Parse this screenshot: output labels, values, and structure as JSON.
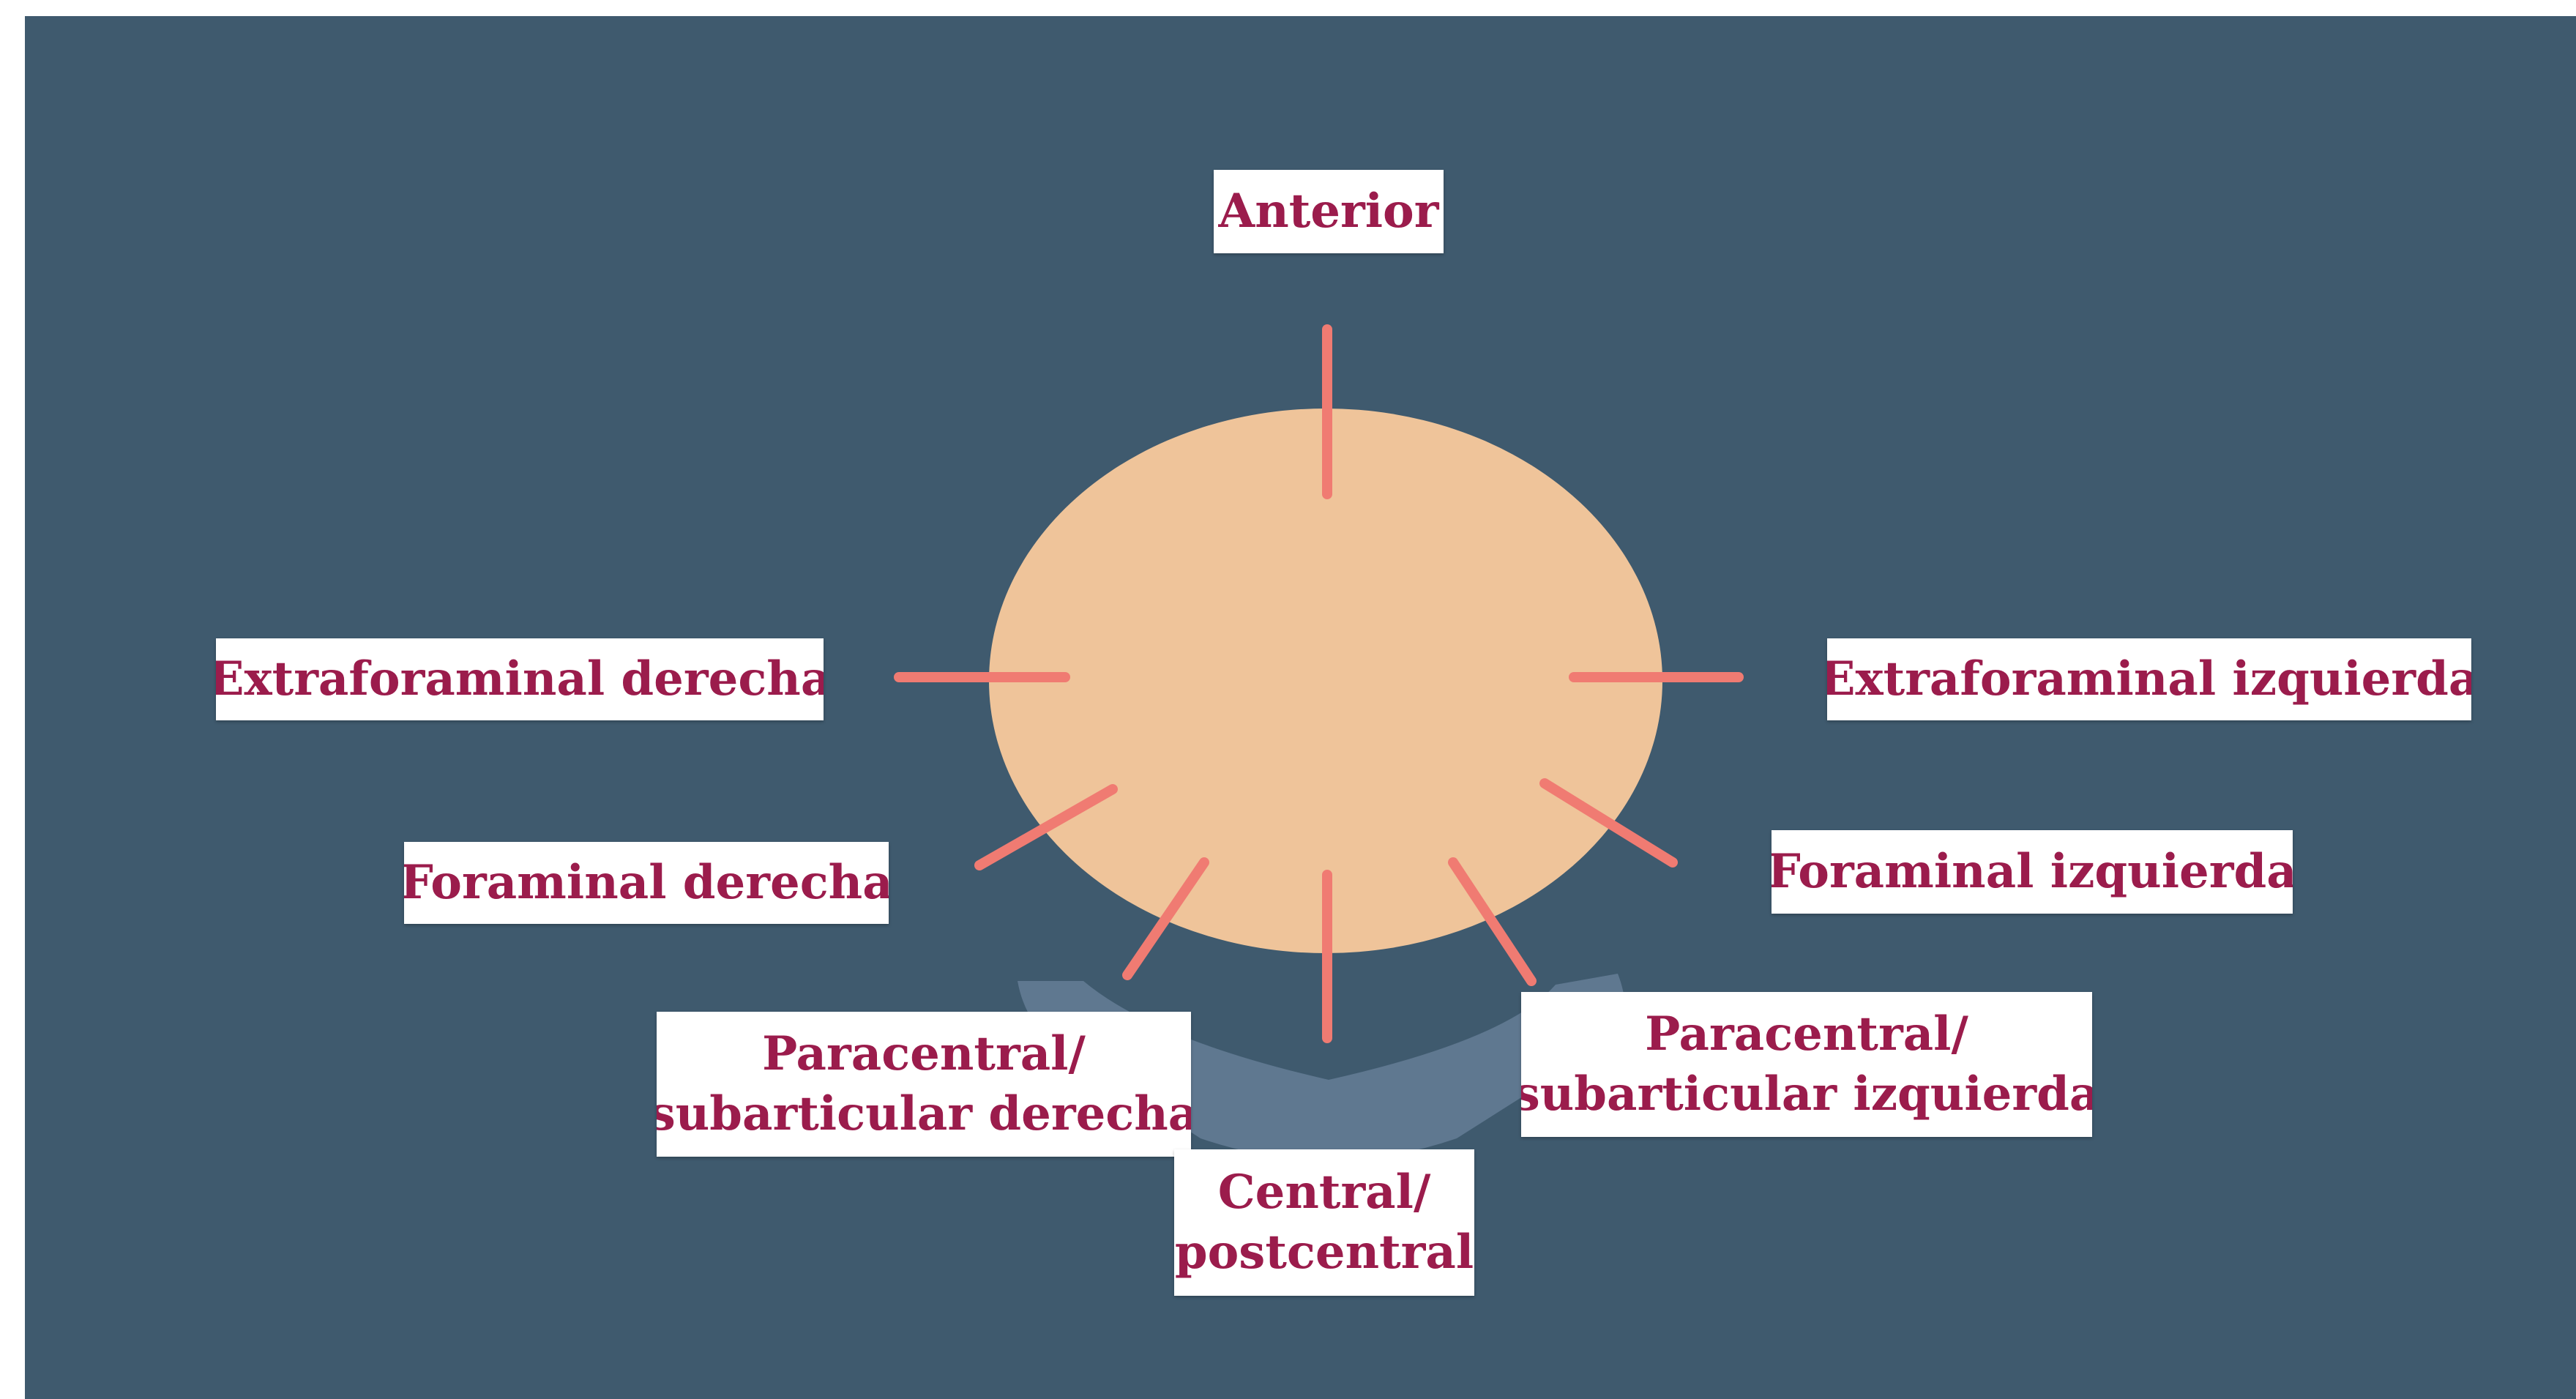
{
  "colors": {
    "background": "#3f5a6e",
    "disc": "#efc49a",
    "ticks": "#f07b72",
    "arc": "#5f7890",
    "label_bg": "#ffffff",
    "label_text": "#9b1c4c"
  },
  "labels": {
    "anterior": "Anterior",
    "extraforaminal_derecha": "Extraforaminal derecha",
    "extraforaminal_izquierda": "Extraforaminal izquierda",
    "foraminal_derecha": "Foraminal derecha",
    "foraminal_izquierda": "Foraminal izquierda",
    "paracentral_derecha": [
      "Paracentral/",
      "subarticular derecha"
    ],
    "paracentral_izquierda": [
      "Paracentral/",
      "subarticular izquierda"
    ],
    "central": [
      "Central/",
      "postcentral"
    ]
  }
}
